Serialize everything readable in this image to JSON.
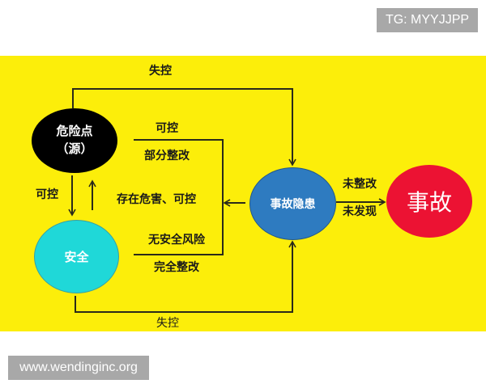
{
  "watermarks": {
    "top_right": "TG: MYYJJPP",
    "bottom_left": "www.wendinginc.org"
  },
  "diagram": {
    "background_color": "#fcee0a",
    "nodes": {
      "hazard": {
        "line1": "危险点",
        "line2": "（源）",
        "color": "#000000"
      },
      "safe": {
        "label": "安全",
        "color": "#1fd8d8"
      },
      "hidden_danger": {
        "label": "事故隐患",
        "color": "#2e7bc0"
      },
      "accident": {
        "label": "事故",
        "color": "#ec1233"
      }
    },
    "edges": {
      "top_lost_control": "失控",
      "hazard_to_safe": "可控",
      "safe_to_hazard": "存在危害、可控",
      "upper_branch_top": "可控",
      "upper_branch_bottom": "部分整改",
      "lower_branch_top": "无安全风险",
      "lower_branch_bottom": "完全整改",
      "to_accident_top": "未整改",
      "to_accident_bottom": "未发现",
      "bottom_lost_control": "失控"
    }
  }
}
